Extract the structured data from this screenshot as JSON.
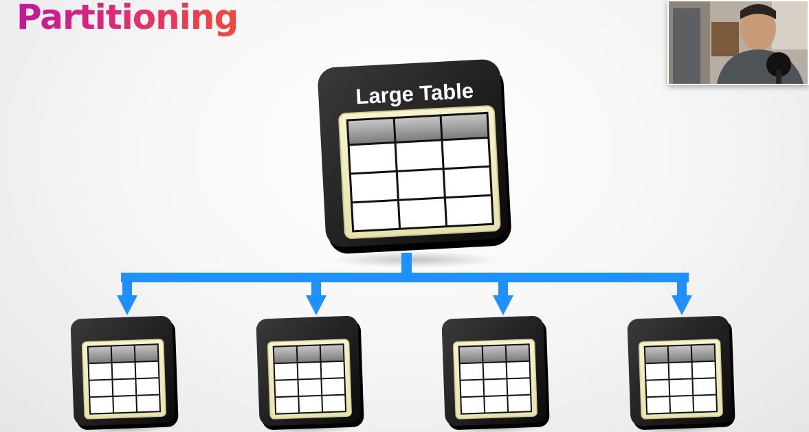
{
  "title": "Partitioning",
  "source_table": {
    "label": "Large Table"
  },
  "partitions": [
    {
      "id": "partition-1"
    },
    {
      "id": "partition-2"
    },
    {
      "id": "partition-3"
    },
    {
      "id": "partition-4"
    }
  ],
  "colors": {
    "title_gradient_start": "#c0179a",
    "title_gradient_end": "#f04a3a",
    "arrow": "#1e90ff",
    "table_frame": "#1a1a1a",
    "table_face": "#f2efc4",
    "grid_line": "#111111",
    "header_row": "#9a9a9a"
  },
  "icons": {
    "webcam": "presenter-webcam-overlay"
  }
}
